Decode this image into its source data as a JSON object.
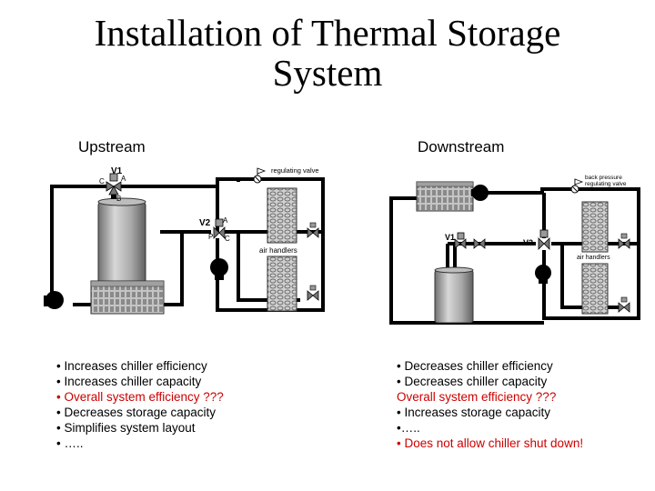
{
  "title_line1": "Installation of Thermal Storage",
  "title_line2": "System",
  "upstream": {
    "heading": "Upstream",
    "labels": {
      "v1": "V1",
      "v1_a": "A",
      "v1_c": "C",
      "v1_b": "B",
      "v2": "V2",
      "v2_a": "A",
      "v2_p": "P",
      "v2_c": "C",
      "regulating_valve": "regulating valve",
      "air_handlers": "air handlers"
    },
    "bullets": [
      {
        "text": "• Increases chiller efficiency",
        "color": "#000000"
      },
      {
        "text": "• Increases chiller capacity",
        "color": "#000000"
      },
      {
        "text": "• Overall system efficiency ???",
        "color": "#cc0000"
      },
      {
        "text": "• Decreases storage capacity",
        "color": "#000000"
      },
      {
        "text": "• Simplifies system layout",
        "color": "#000000"
      },
      {
        "text": "• …..",
        "color": "#000000"
      }
    ]
  },
  "downstream": {
    "heading": "Downstream",
    "labels": {
      "v1": "V1",
      "v2": "V2",
      "regulating_valve_1": "back pressure",
      "regulating_valve_2": "regulating valve",
      "air_handlers": "air handlers"
    },
    "bullets": [
      {
        "text": "• Decreases chiller efficiency",
        "color": "#000000"
      },
      {
        "text": "• Decreases chiller capacity",
        "color": "#000000"
      },
      {
        "text": "Overall system efficiency ???",
        "color": "#cc0000"
      },
      {
        "text": "• Increases storage capacity",
        "color": "#000000"
      },
      {
        "text": "•…..",
        "color": "#000000"
      },
      {
        "text": "• Does not allow chiller shut down!",
        "color": "#cc0000"
      }
    ]
  }
}
